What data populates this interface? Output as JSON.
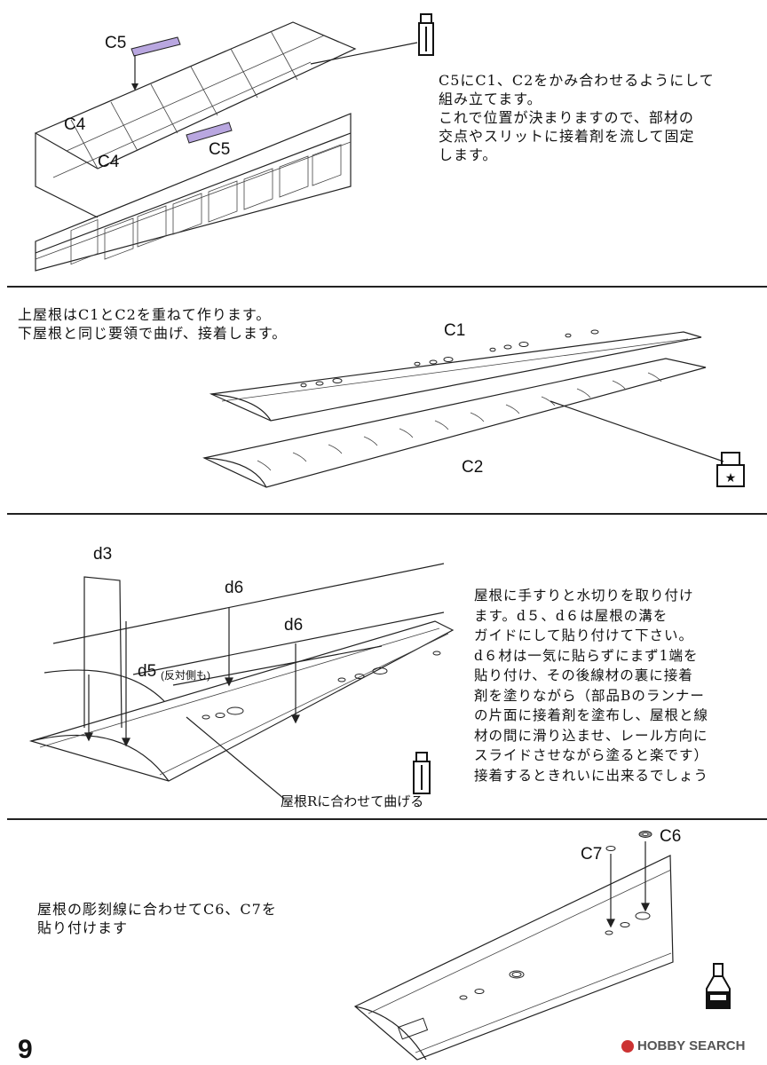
{
  "page": {
    "number": "9"
  },
  "watermark": {
    "text": "HOBBY SEARCH"
  },
  "step1": {
    "labels": {
      "c5_top": "C5",
      "c4_a": "C4",
      "c4_b": "C4",
      "c5_mid": "C5"
    },
    "instruction": "C5にC1、C2をかみ合わせるようにして\n組み立てます。\nこれで位置が決まりますので、部材の\n交点やスリットに接着剤を流して固定\nします。",
    "icon": "glue-bottle-icon"
  },
  "step2": {
    "instruction": "上屋根はC1とC2を重ねて作ります。\n下屋根と同じ要領で曲げ、接着します。",
    "labels": {
      "c1": "C1",
      "c2": "C2"
    },
    "icon": "adhesive-star-icon"
  },
  "step3": {
    "labels": {
      "d3": "d3",
      "d6_a": "d6",
      "d6_b": "d6",
      "d5": "d5",
      "d5_note": "(反対側も)"
    },
    "bend_note": "屋根Rに合わせて曲げる",
    "instruction": "屋根に手すりと水切りを取り付け\nます。d５、d６は屋根の溝を\nガイドにして貼り付けて下さい。\nd６材は一気に貼らずにまず1端を\n貼り付け、その後線材の裏に接着\n剤を塗りながら（部品Bのランナー\nの片面に接着剤を塗布し、屋根と線\n材の間に滑り込ませ、レール方向に\nスライドさせながら塗ると楽です）\n接着するときれいに出来るでしょう",
    "icon": "glue-bottle-icon"
  },
  "step4": {
    "instruction": "屋根の彫刻線に合わせてC6、C7を\n貼り付けます",
    "labels": {
      "c7": "C7",
      "c6": "C6"
    },
    "icon": "glue-flask-icon"
  },
  "colors": {
    "highlight": "#b9a7e0",
    "ink": "#222222"
  }
}
